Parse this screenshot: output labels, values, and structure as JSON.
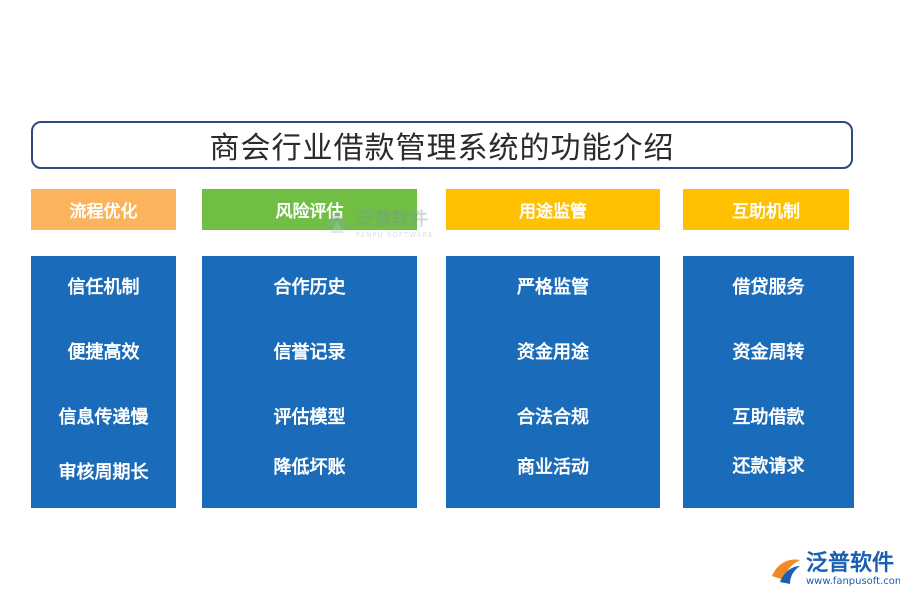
{
  "title": "商会行业借款管理系统的功能介绍",
  "columns": [
    {
      "header": "流程优化",
      "header_color": "#fbb35c",
      "items": [
        "信任机制",
        "便捷高效",
        "信息传递慢",
        "审核周期长"
      ]
    },
    {
      "header": "风险评估",
      "header_color": "#70bf44",
      "items": [
        "合作历史",
        "信誉记录",
        "评估模型",
        "降低坏账"
      ]
    },
    {
      "header": "用途监管",
      "header_color": "#ffc000",
      "items": [
        "严格监管",
        "资金用途",
        "合法合规",
        "商业活动"
      ]
    },
    {
      "header": "互助机制",
      "header_color": "#ffc000",
      "items": [
        "借贷服务",
        "资金周转",
        "互助借款",
        "还款请求"
      ]
    }
  ],
  "column_color": "#1a6cba",
  "watermark": {
    "name": "泛普软件",
    "subtitle": "FANPU SOFTWARE"
  },
  "logo": {
    "name": "泛普软件",
    "url": "www.fanpusoft.com"
  }
}
